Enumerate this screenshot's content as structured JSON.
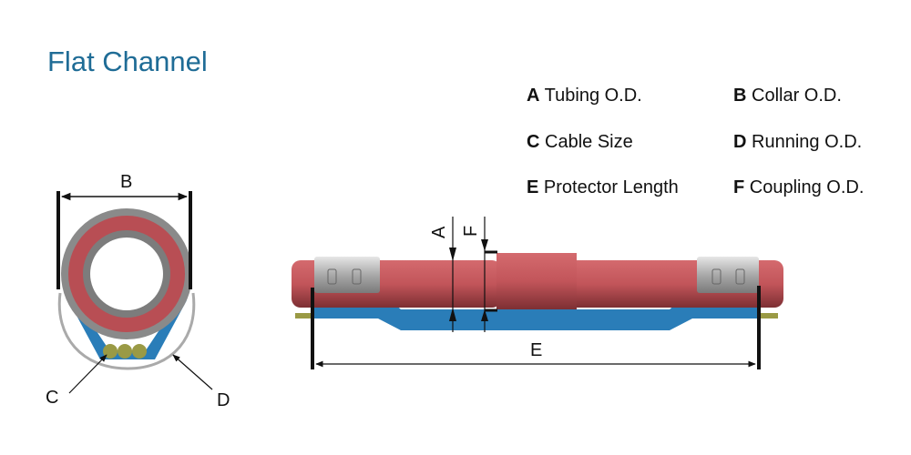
{
  "title": "Flat Channel",
  "legend": [
    {
      "key": "A",
      "label": "Tubing O.D."
    },
    {
      "key": "B",
      "label": "Collar O.D."
    },
    {
      "key": "C",
      "label": "Cable Size"
    },
    {
      "key": "D",
      "label": "Running O.D."
    },
    {
      "key": "E",
      "label": "Protector Length"
    },
    {
      "key": "F",
      "label": "Coupling O.D."
    }
  ],
  "labels": {
    "end_view_B": "B",
    "end_view_C": "C",
    "end_view_D": "D",
    "side_A": "A",
    "side_F": "F",
    "side_E": "E"
  },
  "colors": {
    "title": "#1f6c96",
    "tubing_red": "#c2555a",
    "channel_blue": "#2a7db8",
    "clamp_steel": "#b9b9b9",
    "cable_yellow": "#9a9a45"
  }
}
